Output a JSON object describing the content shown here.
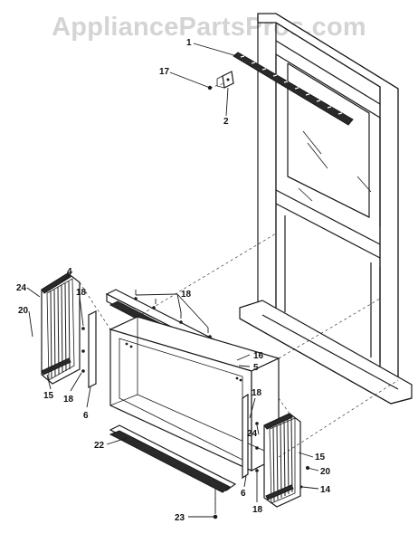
{
  "watermark": "AppliancePartsPros.com",
  "callouts": [
    "1",
    "17",
    "2",
    "4",
    "24",
    "18",
    "20",
    "15",
    "18",
    "6",
    "18",
    "16",
    "5",
    "18",
    "22",
    "24",
    "15",
    "20",
    "14",
    "6",
    "18",
    "23"
  ],
  "colors": {
    "line": "#1a1a1a",
    "watermark": "#d4d4d4",
    "background": "#ffffff"
  }
}
